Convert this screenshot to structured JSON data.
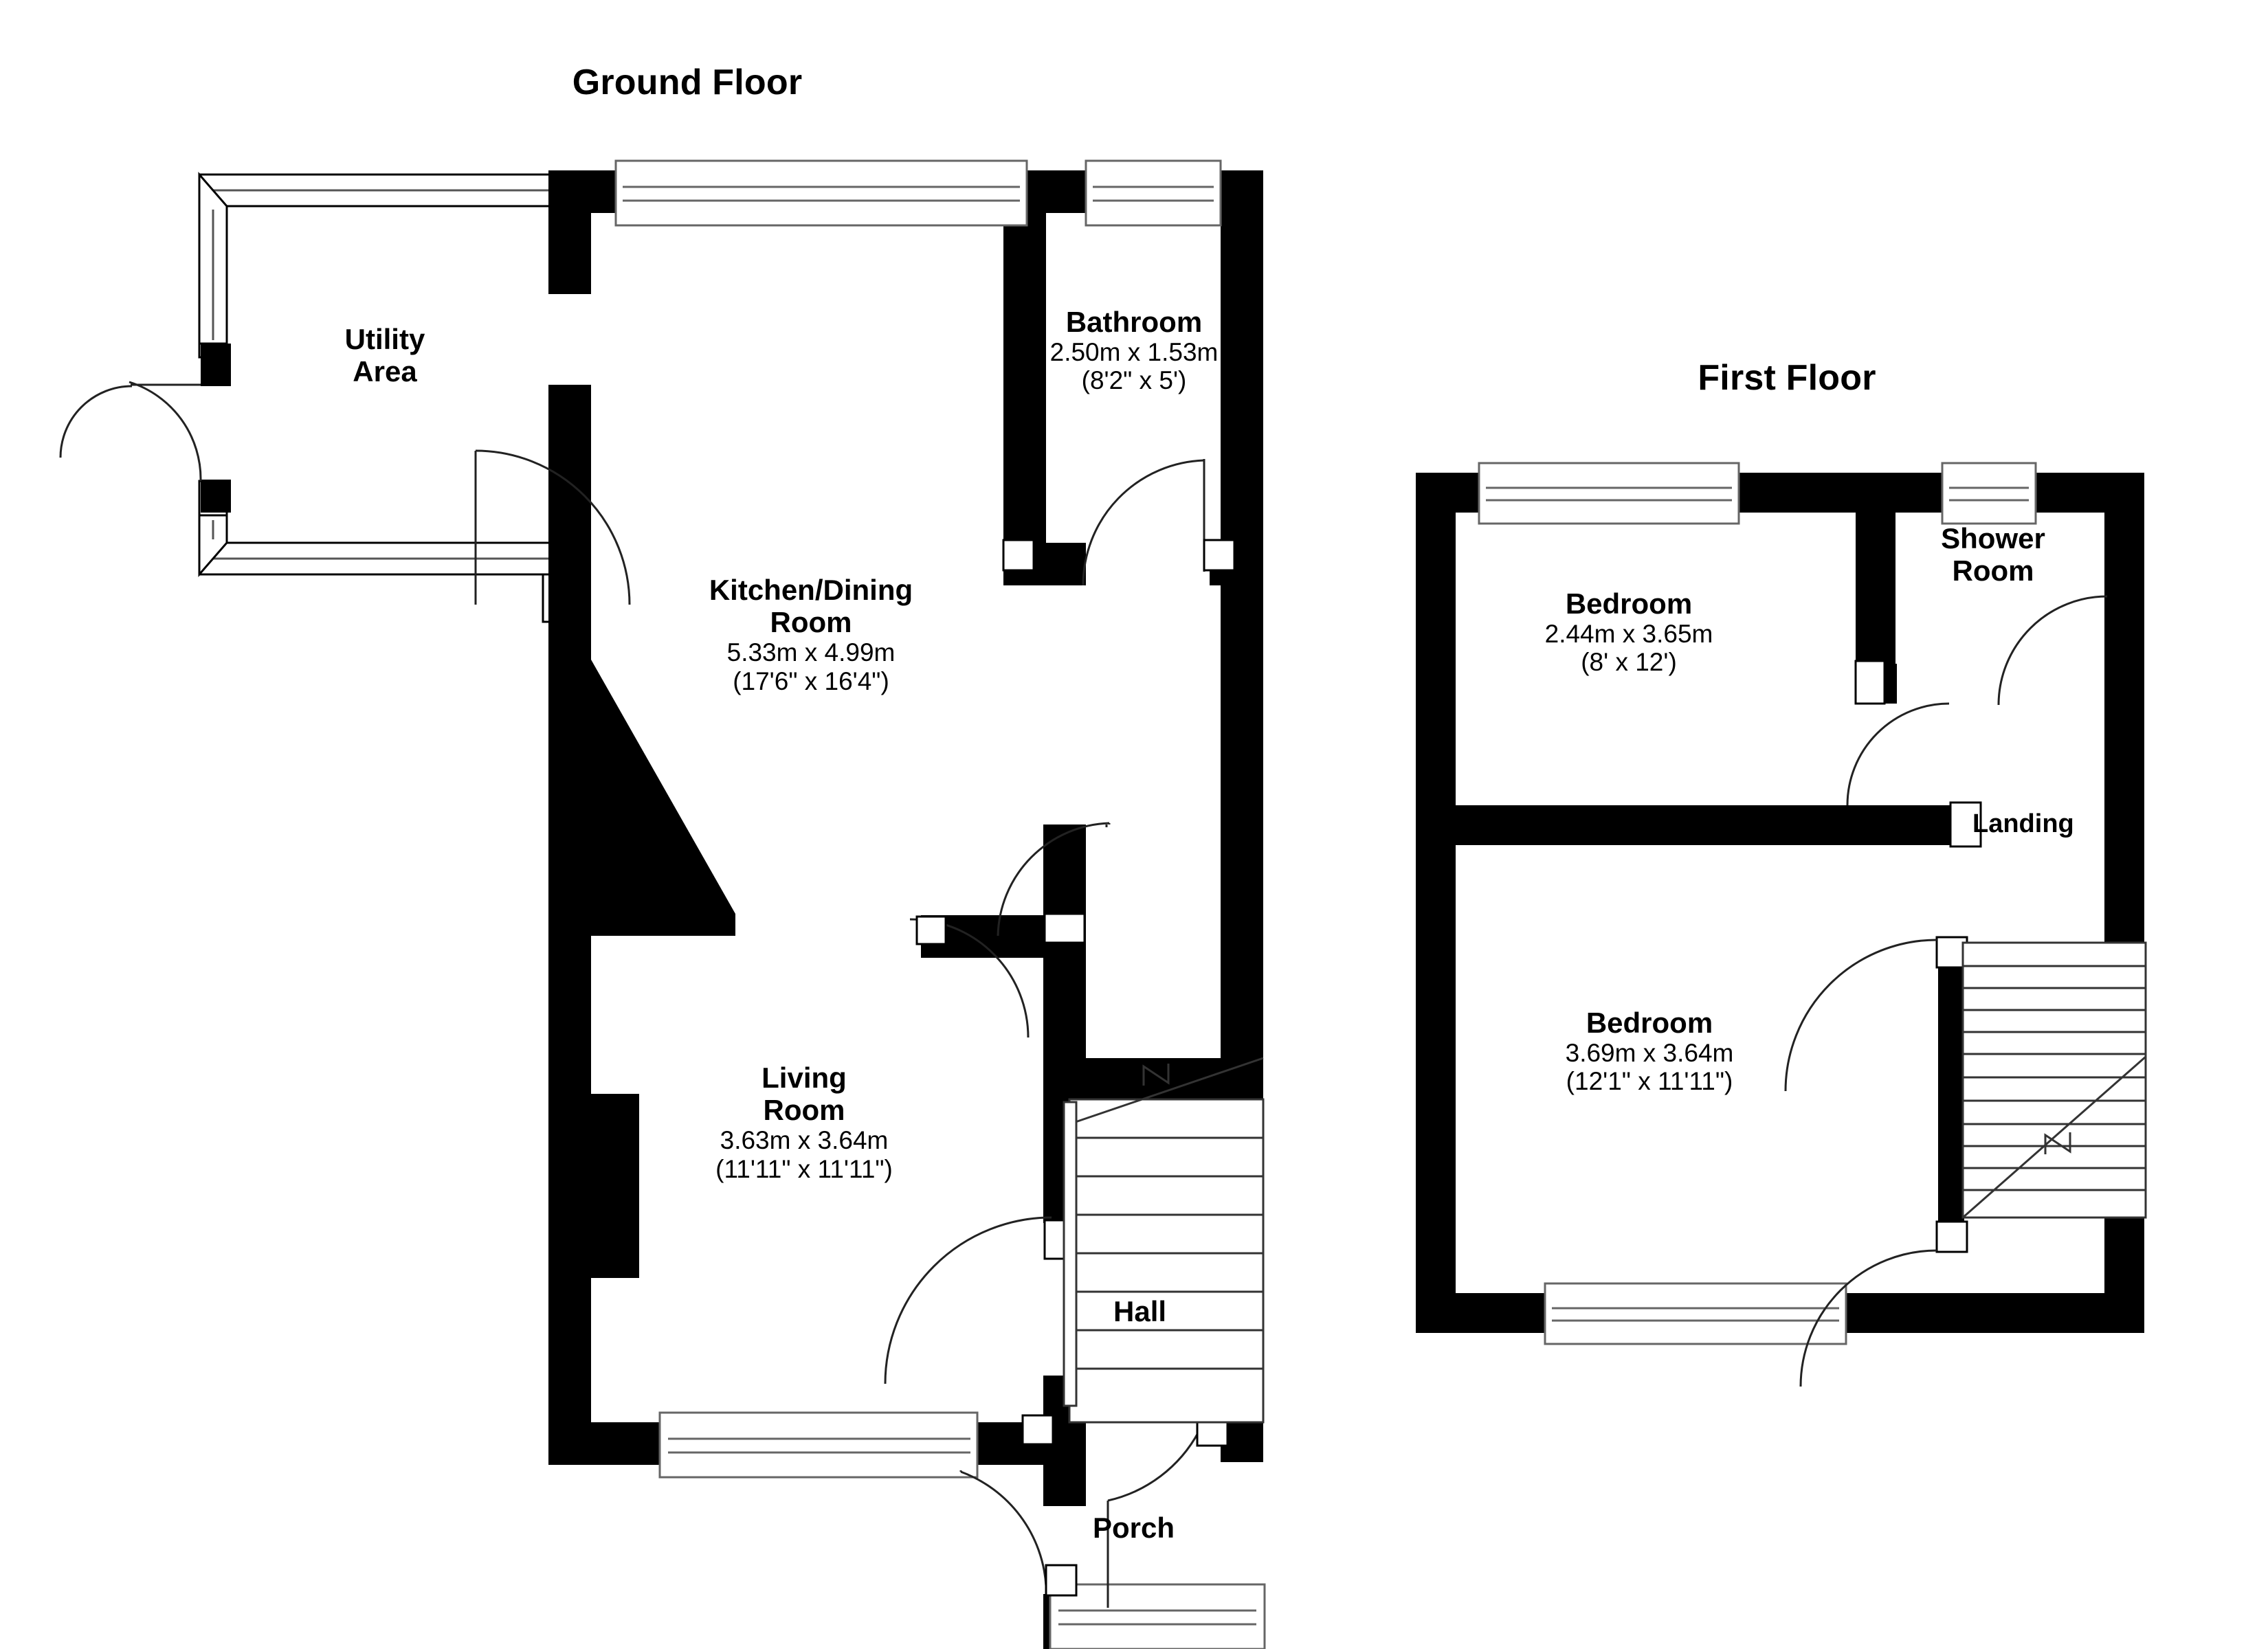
{
  "document": {
    "type": "floor-plan",
    "background_color": "#ffffff",
    "line_color": "#000000"
  },
  "floors": [
    {
      "id": "ground",
      "title": "Ground Floor",
      "rooms": [
        {
          "id": "utility-area",
          "name_line1": "Utility",
          "name_line2": "Area",
          "metric": "",
          "imperial": ""
        },
        {
          "id": "bathroom",
          "name_line1": "Bathroom",
          "name_line2": "",
          "metric": "2.50m x 1.53m",
          "imperial": "(8'2\" x 5')"
        },
        {
          "id": "kitchen-dining-room",
          "name_line1": "Kitchen/Dining",
          "name_line2": "Room",
          "metric": "5.33m x 4.99m",
          "imperial": "(17'6\" x 16'4\")"
        },
        {
          "id": "living-room",
          "name_line1": "Living",
          "name_line2": "Room",
          "metric": "3.63m x 3.64m",
          "imperial": "(11'11\" x 11'11\")"
        },
        {
          "id": "hall",
          "name_line1": "Hall",
          "name_line2": "",
          "metric": "",
          "imperial": ""
        },
        {
          "id": "porch",
          "name_line1": "Porch",
          "name_line2": "",
          "metric": "",
          "imperial": ""
        }
      ]
    },
    {
      "id": "first",
      "title": "First Floor",
      "rooms": [
        {
          "id": "bedroom-1",
          "name_line1": "Bedroom",
          "name_line2": "",
          "metric": "2.44m x 3.65m",
          "imperial": "(8' x 12')"
        },
        {
          "id": "shower-room",
          "name_line1": "Shower",
          "name_line2": "Room",
          "metric": "",
          "imperial": ""
        },
        {
          "id": "bedroom-2",
          "name_line1": "Bedroom",
          "name_line2": "",
          "metric": "3.69m x 3.64m",
          "imperial": "(12'1\" x 11'11\")"
        },
        {
          "id": "landing",
          "name_line1": "Landing",
          "name_line2": "",
          "metric": "",
          "imperial": ""
        }
      ]
    }
  ]
}
